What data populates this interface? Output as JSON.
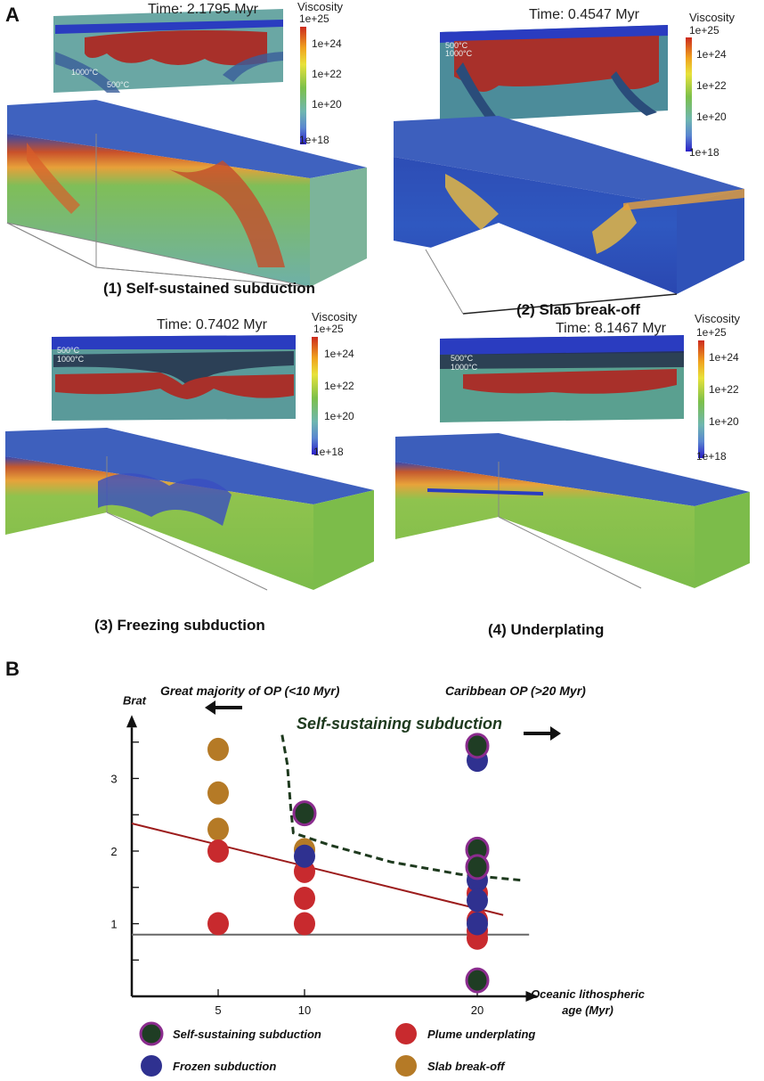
{
  "panel_a": {
    "letter": "A",
    "scale": {
      "title": "Viscosity",
      "ticks": [
        "1e+25",
        "1e+24",
        "1e+22",
        "1e+20",
        "1e+18"
      ]
    },
    "isotherms": [
      "500°C",
      "1000°C"
    ],
    "models": [
      {
        "time": "Time: 2.1795 Myr",
        "caption": "(1) Self-sustained subduction"
      },
      {
        "time": "Time: 0.4547 Myr",
        "caption": "(2) Slab break-off"
      },
      {
        "time": "Time: 0.7402 Myr",
        "caption": "(3) Freezing subduction"
      },
      {
        "time": "Time: 8.1467 Myr",
        "caption": "(4) Underplating"
      }
    ]
  },
  "panel_b": {
    "letter": "B",
    "left_note": "Great majority of OP (<10 Myr)",
    "right_note": "Caribbean OP (>20 Myr)",
    "region_label": "Self-sustaining subduction"
  },
  "chart_data": {
    "type": "scatter",
    "ylabel": "Brat",
    "xlabel": "Oceanic lithospheric age (Myr)",
    "xlabel_lines": [
      "Oceanic lithospheric",
      "age (Myr)"
    ],
    "x_ticks": [
      5,
      10,
      20
    ],
    "y_ticks": [
      1,
      2,
      3
    ],
    "x_range": [
      0,
      22.5
    ],
    "y_range": [
      0,
      3.8
    ],
    "legend_position": "bottom",
    "colors": {
      "Self-sustaining subduction": "#1f3d24",
      "Plume underplating": "#c82a2e",
      "Frozen subduction": "#2f3190",
      "Slab break-off": "#b57a26",
      "ring": "#8b2c8e",
      "trend": "#9c1c1c",
      "boundary": "#1e3a1e",
      "baseline": "#666666"
    },
    "series": [
      {
        "name": "Slab break-off",
        "points": [
          [
            5,
            3.4
          ],
          [
            5,
            2.8
          ],
          [
            5,
            2.3
          ],
          [
            10,
            2.02
          ]
        ]
      },
      {
        "name": "Plume underplating",
        "points": [
          [
            5,
            2.0
          ],
          [
            5,
            1.0
          ],
          [
            10,
            1.72
          ],
          [
            10,
            1.35
          ],
          [
            10,
            1.0
          ],
          [
            20,
            1.42
          ],
          [
            20,
            1.05
          ],
          [
            20,
            0.9
          ],
          [
            20,
            0.8
          ]
        ]
      },
      {
        "name": "Frozen subduction",
        "points": [
          [
            10,
            1.93
          ],
          [
            20,
            3.25
          ],
          [
            20,
            1.6
          ],
          [
            20,
            1.32
          ],
          [
            20,
            1.0
          ]
        ]
      },
      {
        "name": "Self-sustaining subduction",
        "points": [
          [
            10,
            2.52
          ],
          [
            20,
            3.45
          ],
          [
            20,
            2.02
          ],
          [
            20,
            1.78
          ],
          [
            20,
            0.22
          ]
        ]
      }
    ],
    "trend_line": [
      [
        0,
        2.38
      ],
      [
        21.5,
        1.12
      ]
    ],
    "baseline_y": 0.85,
    "boundary_line": [
      [
        8.7,
        3.6
      ],
      [
        9.0,
        3.2
      ],
      [
        9.2,
        2.6
      ],
      [
        9.35,
        2.25
      ],
      [
        11.5,
        2.08
      ],
      [
        15,
        1.85
      ],
      [
        19,
        1.68
      ],
      [
        22.5,
        1.6
      ]
    ]
  }
}
